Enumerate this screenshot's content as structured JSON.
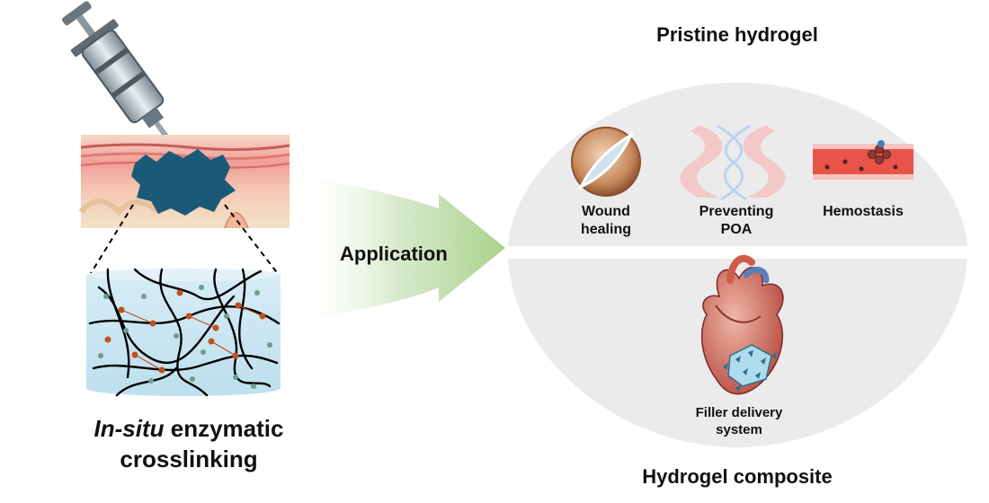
{
  "left_panel": {
    "caption_italic": "In-situ",
    "caption_rest": " enzymatic",
    "caption_line2": "crosslinking"
  },
  "arrow": {
    "label": "Application"
  },
  "pristine": {
    "title": "Pristine hydrogel",
    "items": [
      {
        "line1": "Wound",
        "line2": "healing",
        "icon": "wound-icon"
      },
      {
        "line1": "Preventing",
        "line2": "POA",
        "icon": "adhesion-barrier-icon"
      },
      {
        "line1": "Hemostasis",
        "line2": "",
        "icon": "blood-vessel-icon"
      }
    ]
  },
  "composite": {
    "title": "Hydrogel composite",
    "item": {
      "line1": "Filler delivery",
      "line2": "system",
      "icon": "heart-icon"
    }
  },
  "colors": {
    "ellipse": "#ebebeb",
    "arrow_fill": "#b5d99c",
    "gel_blob": "#1a5a78",
    "network_lines": "#000000",
    "crosslink_dots": "#c0501f",
    "filler_particles": "#6f9c8f"
  }
}
